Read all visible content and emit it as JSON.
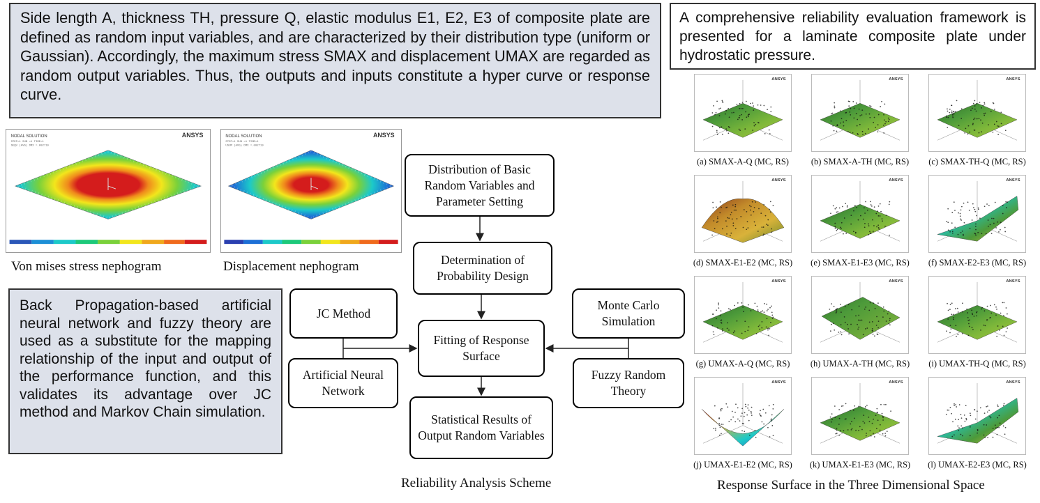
{
  "intro_text": "Side length A, thickness TH, pressure Q, elastic modulus E1, E2, E3 of composite plate are defined as random input variables, and are characterized by their distribution type (uniform or Gaussian). Accordingly, the maximum stress SMAX and displacement UMAX are regarded as random output variables. Thus, the outputs and inputs constitute a hyper curve or response curve.",
  "framework_text": "A comprehensive reliability evaluation framework is presented for a laminate composite plate under hydrostatic pressure.",
  "ann_text": "Back Propagation-based artificial neural network and fuzzy theory are used as a substitute for the mapping relationship of the input and output of the performance function, and this validates its advantage over JC method and Markov Chain simulation.",
  "nephograms": {
    "stress": {
      "caption": "Von mises stress nephogram",
      "logo": "ANSYS",
      "header": "NODAL SOLUTION"
    },
    "displacement": {
      "caption": "Displacement nephogram",
      "logo": "ANSYS",
      "header": "NODAL SOLUTION"
    }
  },
  "flowchart": {
    "distribution": "Distribution of Basic Random Variables and Parameter Setting",
    "probability": "Determination of Probability Design",
    "fitting": "Fitting of Response Surface",
    "statistical": "Statistical Results of Output Random Variables",
    "jc": "JC Method",
    "ann": "Artificial Neural Network",
    "mc": "Monte Carlo Simulation",
    "fuzzy": "Fuzzy Random Theory",
    "caption": "Reliability Analysis Scheme"
  },
  "surfaces": {
    "logo": "ANSYS",
    "caption": "Response Surface in the Three Dimensional Space",
    "items": [
      {
        "label": "(a) SMAX-A-Q (MC, RS)",
        "shape": "flat"
      },
      {
        "label": "(b) SMAX-A-TH (MC, RS)",
        "shape": "flat"
      },
      {
        "label": "(c) SMAX-TH-Q (MC, RS)",
        "shape": "flat"
      },
      {
        "label": "(d) SMAX-E1-E2 (MC, RS)",
        "shape": "dome"
      },
      {
        "label": "(e) SMAX-E1-E3 (MC, RS)",
        "shape": "flat"
      },
      {
        "label": "(f) SMAX-E2-E3 (MC, RS)",
        "shape": "ramp"
      },
      {
        "label": "(g) UMAX-A-Q (MC, RS)",
        "shape": "flat"
      },
      {
        "label": "(h) UMAX-A-TH (MC, RS)",
        "shape": "tilt"
      },
      {
        "label": "(i) UMAX-TH-Q (MC, RS)",
        "shape": "flat"
      },
      {
        "label": "(j) UMAX-E1-E2 (MC, RS)",
        "shape": "bowl"
      },
      {
        "label": "(k) UMAX-E1-E3 (MC, RS)",
        "shape": "flat"
      },
      {
        "label": "(l) UMAX-E2-E3 (MC, RS)",
        "shape": "ramp"
      }
    ]
  },
  "colors": {
    "panel_fill": "#dde1ea",
    "border": "#333333",
    "surface_green": "#4c9a3a",
    "surface_blue": "#2a57b8",
    "stress_red": "#d41c1c"
  }
}
